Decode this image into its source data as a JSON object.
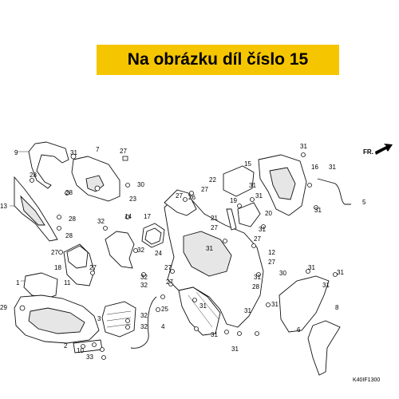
{
  "banner": {
    "text": "Na obrázku díl číslo 15",
    "color": "#f5c600"
  },
  "direction": {
    "text": "FR."
  },
  "diagram_code": "K40IF1300",
  "callouts": [
    {
      "label": "9"
    },
    {
      "label": "31"
    },
    {
      "label": "7"
    },
    {
      "label": "27"
    },
    {
      "label": "28"
    },
    {
      "label": "13"
    },
    {
      "label": "28"
    },
    {
      "label": "30"
    },
    {
      "label": "28"
    },
    {
      "label": "28"
    },
    {
      "label": "23"
    },
    {
      "label": "14"
    },
    {
      "label": "17"
    },
    {
      "label": "32"
    },
    {
      "label": "32"
    },
    {
      "label": "27"
    },
    {
      "label": "26"
    },
    {
      "label": "27"
    },
    {
      "label": "22"
    },
    {
      "label": "15"
    },
    {
      "label": "31"
    },
    {
      "label": "16"
    },
    {
      "label": "31"
    },
    {
      "label": "31"
    },
    {
      "label": "5"
    },
    {
      "label": "31"
    },
    {
      "label": "19"
    },
    {
      "label": "31"
    },
    {
      "label": "20"
    },
    {
      "label": "21"
    },
    {
      "label": "27"
    },
    {
      "label": "31"
    },
    {
      "label": "27"
    },
    {
      "label": "12"
    },
    {
      "label": "27"
    },
    {
      "label": "18"
    },
    {
      "label": "27"
    },
    {
      "label": "31"
    },
    {
      "label": "24"
    },
    {
      "label": "27"
    },
    {
      "label": "1"
    },
    {
      "label": "11"
    },
    {
      "label": "27"
    },
    {
      "label": "32"
    },
    {
      "label": "32"
    },
    {
      "label": "31"
    },
    {
      "label": "28"
    },
    {
      "label": "30"
    },
    {
      "label": "27"
    },
    {
      "label": "31"
    },
    {
      "label": "31"
    },
    {
      "label": "31"
    },
    {
      "label": "29"
    },
    {
      "label": "25"
    },
    {
      "label": "3"
    },
    {
      "label": "32"
    },
    {
      "label": "4"
    },
    {
      "label": "32"
    },
    {
      "label": "31"
    },
    {
      "label": "31"
    },
    {
      "label": "31"
    },
    {
      "label": "8"
    },
    {
      "label": "6"
    },
    {
      "label": "2"
    },
    {
      "label": "10"
    },
    {
      "label": "33"
    },
    {
      "label": "31"
    },
    {
      "label": "31"
    }
  ]
}
